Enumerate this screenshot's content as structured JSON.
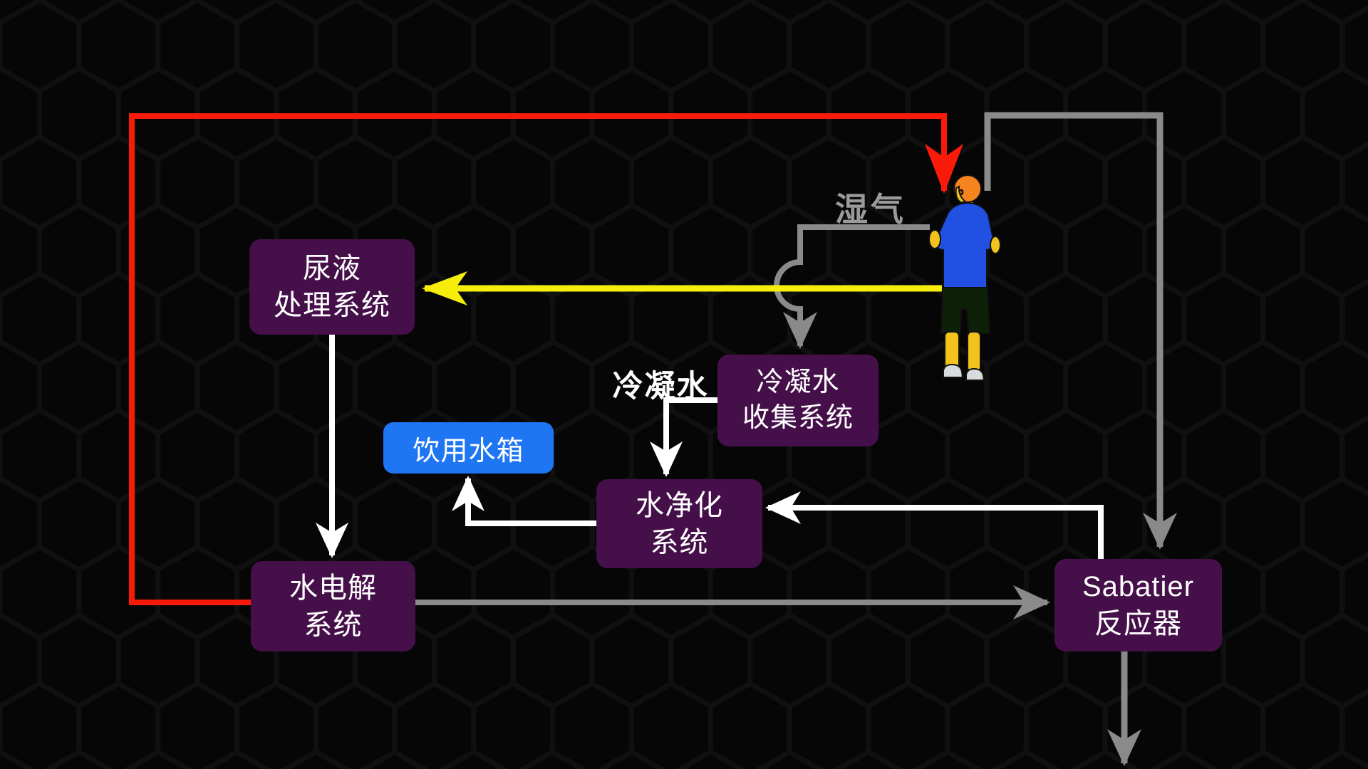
{
  "nodes": {
    "urine_processing": {
      "line1": "尿液",
      "line2": "处理系统"
    },
    "condensate_collection": {
      "line1": "冷凝水",
      "line2": "收集系统"
    },
    "water_purification": {
      "line1": "水净化",
      "line2": "系统"
    },
    "water_electrolysis": {
      "line1": "水电解",
      "line2": "系统"
    },
    "sabatier_reactor": {
      "line1": "Sabatier",
      "line2": "反应器"
    },
    "drinking_water_tank": {
      "label": "饮用水箱"
    }
  },
  "labels": {
    "moist_air": "湿气",
    "condensate_water": "冷凝水"
  },
  "icons": {
    "person": "person-back-view-icon"
  },
  "colors": {
    "node_purple": "#451049",
    "tank_blue": "#1f76f2",
    "arrow_red": "#fa1a0a",
    "arrow_yellow": "#f6ee0a",
    "arrow_gray": "#8a8a8a",
    "arrow_white": "#ffffff",
    "moist_air_label_gray": "#9a9a9a",
    "background": "#050505",
    "person_shirt_blue": "#2150e2",
    "person_hair_orange": "#f5831e",
    "person_skin_yellow": "#f2c31c",
    "person_shorts_dark": "#0d2008",
    "person_shoe_gray": "#d8dade"
  }
}
